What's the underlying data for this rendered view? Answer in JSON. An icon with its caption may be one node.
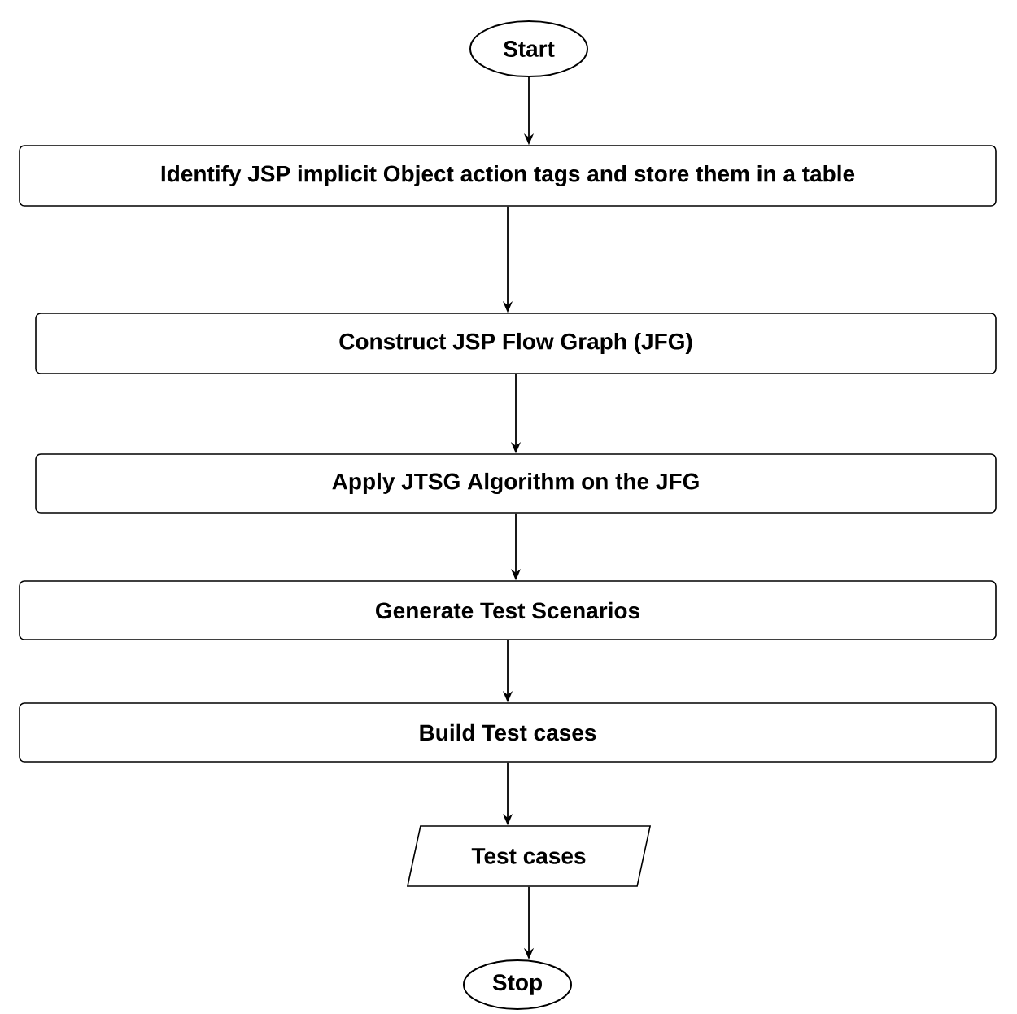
{
  "diagram": {
    "nodes": [
      {
        "text": [
          "Start"
        ]
      },
      {
        "text": [
          "Identify JSP implicit Object action tags and store them in a table"
        ]
      },
      {
        "text": [
          "Construct JSP Flow Graph (JFG)"
        ]
      },
      {
        "text": [
          "Apply JTSG Algorithm on the JFG"
        ]
      },
      {
        "text": [
          "Generate Test Scenarios"
        ]
      },
      {
        "text": [
          "Build Test cases"
        ]
      },
      {
        "text": [
          "Test cases"
        ]
      },
      {
        "text": [
          "Stop"
        ]
      }
    ],
    "edges": [
      {
        "from": 0,
        "to": 1,
        "arrow": "to"
      },
      {
        "from": 1,
        "to": 2,
        "arrow": "to"
      },
      {
        "from": 2,
        "to": 3,
        "arrow": "to"
      },
      {
        "from": 3,
        "to": 4,
        "arrow": "to"
      },
      {
        "from": 4,
        "to": 5,
        "arrow": "to"
      },
      {
        "from": 5,
        "to": 6,
        "arrow": "to"
      },
      {
        "from": 6,
        "to": 7,
        "arrow": "to"
      }
    ]
  }
}
